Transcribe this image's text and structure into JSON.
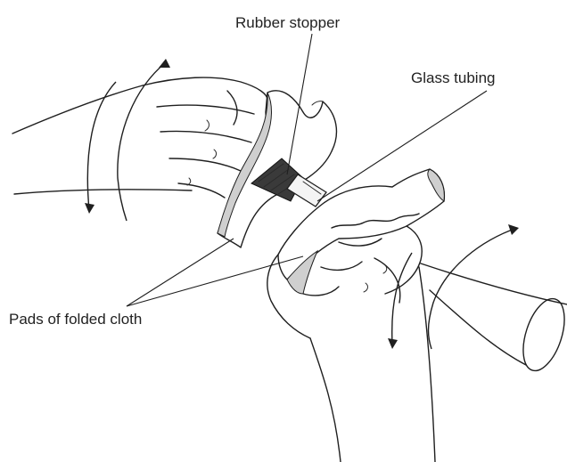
{
  "labels": {
    "rubber_stopper": "Rubber stopper",
    "glass_tubing": "Glass tubing",
    "pads_of_folded_cloth": "Pads of folded cloth"
  },
  "icons": {
    "rotation_arrows": "curved-rotation-arrows",
    "hand": "gloved-hand-with-cloth"
  },
  "colors": {
    "ink": "#1f1f1f",
    "stopper": "#3a3a3a",
    "cloth_edge": "#cfcfcf"
  }
}
